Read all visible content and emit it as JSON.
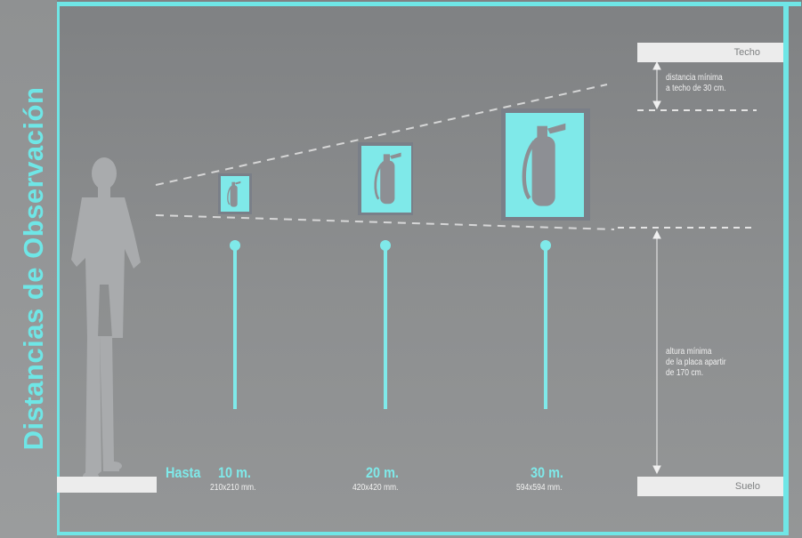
{
  "title": "Distancias de Observación",
  "labels": {
    "techo": "Techo",
    "suelo": "Suelo",
    "ceiling_note": [
      "distancia mínima",
      "a techo de 30 cm."
    ],
    "height_note": [
      "altura mínima",
      "de la placa apartir",
      "de 170 cm."
    ],
    "hasta": "Hasta"
  },
  "signs": [
    {
      "distance": "10 m.",
      "size": "210x210 mm."
    },
    {
      "distance": "20 m.",
      "size": "420x420 mm."
    },
    {
      "distance": "30 m.",
      "size": "594x594 mm."
    }
  ],
  "colors": {
    "accent": "#6fe6e6",
    "background": "#8a8c8d",
    "silhouette": "#a9abad",
    "extinguisher": "#8d8f94"
  }
}
